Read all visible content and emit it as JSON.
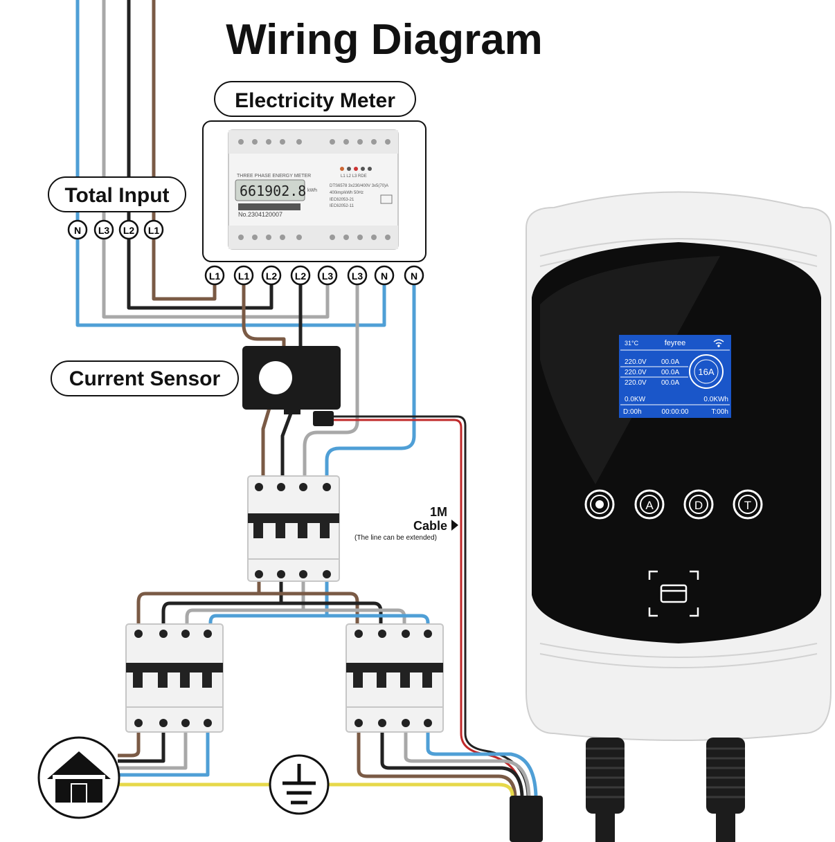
{
  "title": "Wiring Diagram",
  "labels": {
    "electricity_meter": "Electricity Meter",
    "total_input": "Total Input",
    "current_sensor": "Current Sensor",
    "cable_length": "1M",
    "cable_word": "Cable",
    "cable_note": "(The line can be extended)"
  },
  "total_input_terminals": [
    "N",
    "L3",
    "L2",
    "L1"
  ],
  "meter_terminals": [
    "L1",
    "L1",
    "L2",
    "L2",
    "L3",
    "L3",
    "N",
    "N"
  ],
  "meter": {
    "heading": "THREE PHASE ENERGY METER",
    "reading": "661902.8",
    "unit": "kWh",
    "serial": "No.2304120007",
    "phase_leds": "L1 L2 L3 RDE",
    "spec_lines": [
      "DTS6578  3x230/400V  3x5(70)A",
      "400imp/kWh  50Hz",
      "IEC62053-21",
      "IEC62052-11"
    ]
  },
  "charger": {
    "temperature": "31°C",
    "brand": "feyree",
    "rows": [
      {
        "voltage": "220.0V",
        "current": "00.0A"
      },
      {
        "voltage": "220.0V",
        "current": "00.0A"
      },
      {
        "voltage": "220.0V",
        "current": "00.0A"
      }
    ],
    "amp_setting": "16A",
    "power": "0.0KW",
    "energy": "0.0KWh",
    "duration": "D:00h",
    "timer": "00:00:00",
    "timer_total": "T:00h",
    "buttons": [
      "",
      "A",
      "D",
      "T"
    ]
  },
  "colors": {
    "brown": "#7a5a45",
    "black": "#222222",
    "grey": "#a8a8a8",
    "blue": "#4f9fd6",
    "yellow": "#e6d84a",
    "red": "#c0292a",
    "screen_bg": "#1a56c9",
    "screen_text": "#ffffff",
    "charger_body": "#f2f2f2",
    "charger_face": "#0d0d0d"
  },
  "icons": [
    "home-icon",
    "ground-icon",
    "nfc-card-icon",
    "wifi-icon"
  ]
}
